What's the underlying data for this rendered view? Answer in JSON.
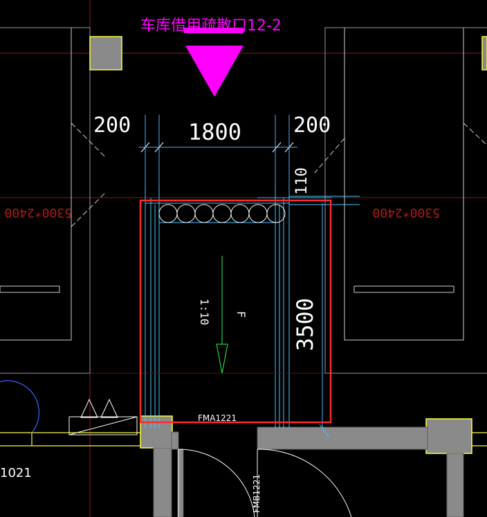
{
  "title": {
    "label": "车库借用疏散口12-2",
    "color": "#ff00ff"
  },
  "dimensions": {
    "left_200": "200",
    "right_200": "200",
    "width_1800": "1800",
    "height_3500": "3500",
    "small_110": "110"
  },
  "parking_labels": {
    "left": "5300*2400",
    "right": "5300*2400"
  },
  "slope": {
    "ratio": "1:10",
    "mark": "F"
  },
  "doors": {
    "door_a": "FMA1221",
    "door_b": "FMB1221",
    "door_left": "1021"
  },
  "colors": {
    "background": "#000000",
    "wall_gray": "#8a8a8a",
    "highlight_red": "#ff2a2a",
    "cyan": "#49c8ff",
    "magenta": "#ff00ff",
    "yellow": "#ffff3a",
    "green_arrow": "#27d13c",
    "dim_line": "#4fb0ff"
  }
}
